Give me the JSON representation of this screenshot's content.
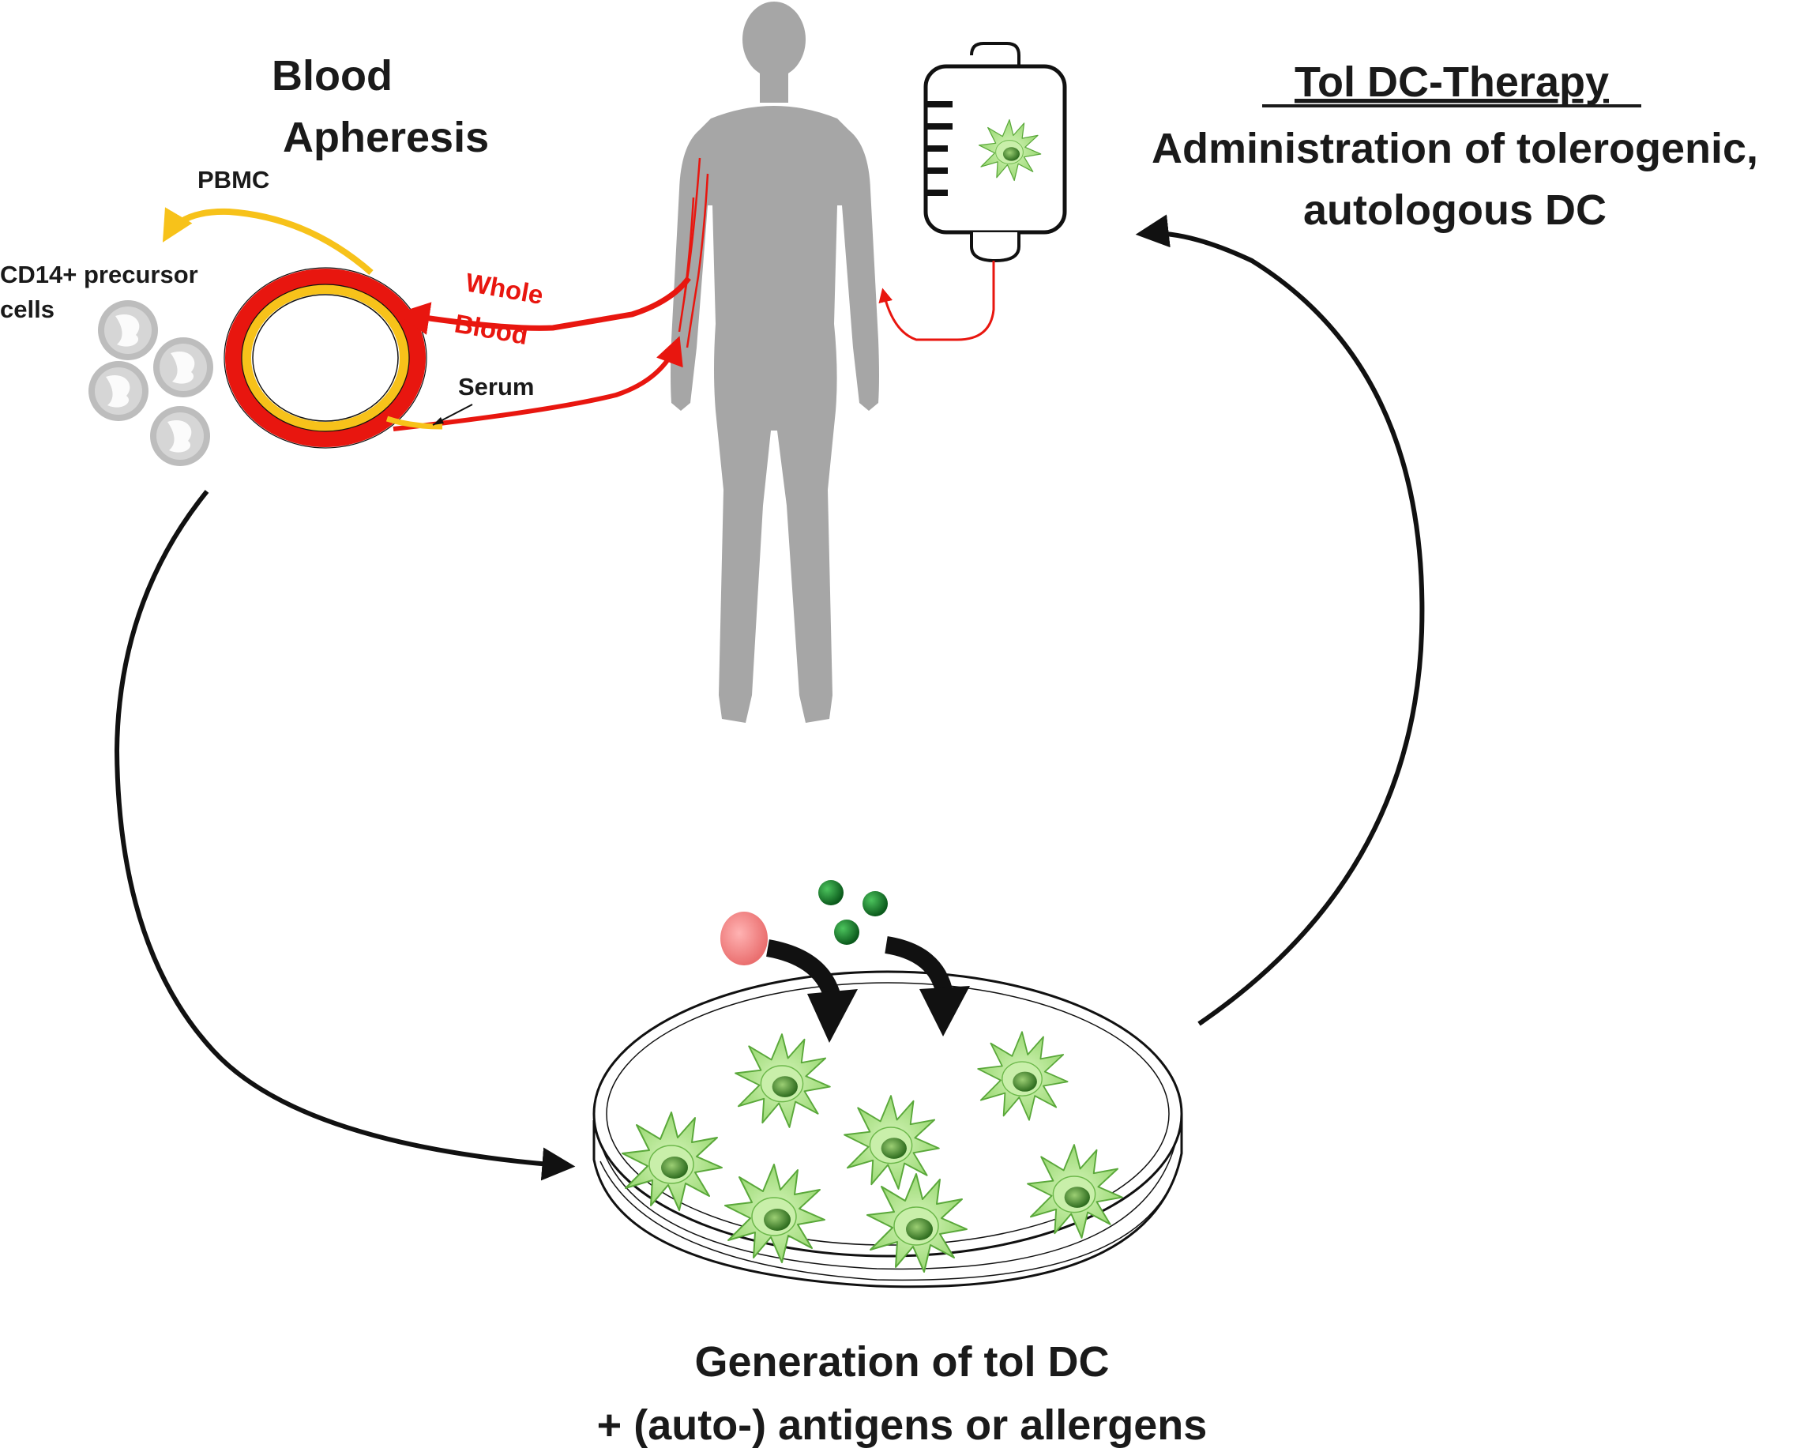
{
  "apheresis": {
    "title_line1": "Blood",
    "title_line2": "Apheresis",
    "pbmc": "PBMC",
    "precursor_line1": "CD14+ precursor",
    "precursor_line2": "cells",
    "whole_blood_line1": "Whole",
    "whole_blood_line2": "Blood",
    "serum": "Serum"
  },
  "therapy": {
    "title": "Tol DC-Therapy",
    "line1": "Administration of tolerogenic,",
    "line2": "autologous DC"
  },
  "culture": {
    "line1": "Generation of tol DC",
    "line2": "+ (auto-) antigens or allergens"
  },
  "colors": {
    "blood": "#e8160f",
    "serum": "#f7c21a",
    "silhouette": "#a6a6a6",
    "dendritic_cell": "#a8e07e",
    "antigen": "#f28e8e",
    "allergen": "#1f7a2e",
    "arrow": "#111111"
  }
}
